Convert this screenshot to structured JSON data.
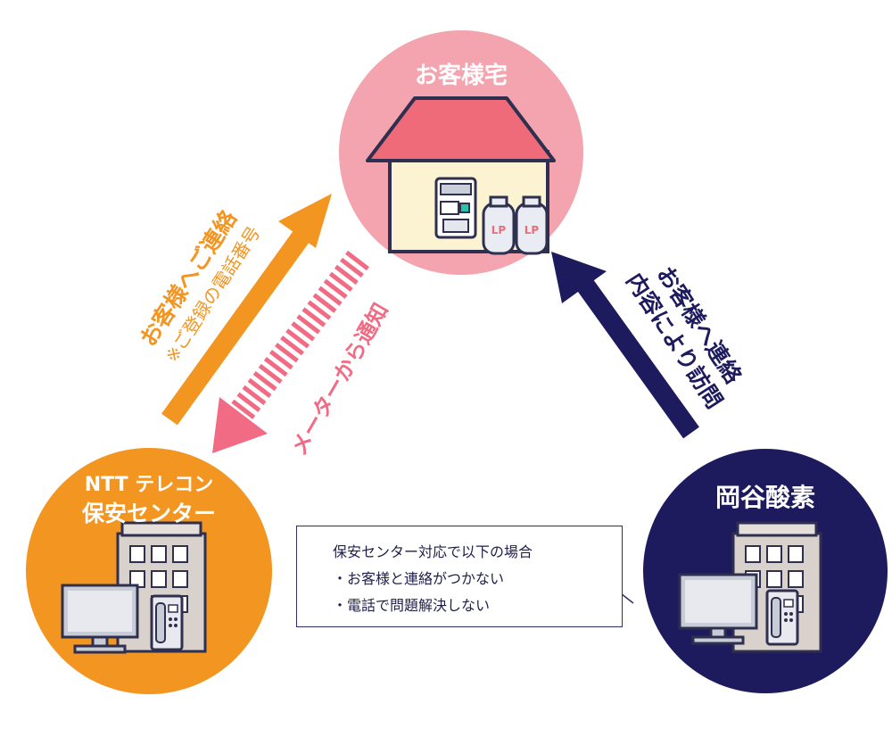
{
  "colors": {
    "home_circle": "#f3a4ae",
    "center_circle": "#f39521",
    "okaya_circle": "#1d1b5e",
    "pink_arrow": "#f06b83",
    "orange_arrow": "#f39521",
    "navy_arrow": "#1d1b5e"
  },
  "nodes": {
    "home": {
      "title": "お客様宅",
      "cylinder_label_1": "LP",
      "cylinder_label_2": "LP"
    },
    "center": {
      "title_line1": "NTT テレコン",
      "title_line2": "保安センター"
    },
    "okaya": {
      "title": "岡谷酸素"
    }
  },
  "arrows": {
    "meter_notice": "メーターから通知",
    "contact_customer_line1": "お客様へご連絡",
    "contact_customer_line2": "※ご登録の電話番号",
    "visit_line1": "お客様へ連絡",
    "visit_line2": "内容により訪問"
  },
  "note": {
    "heading": "保安センター対応で以下の場合",
    "items": [
      "・お客様と連絡がつかない",
      "・電話で問題解決しない"
    ]
  }
}
